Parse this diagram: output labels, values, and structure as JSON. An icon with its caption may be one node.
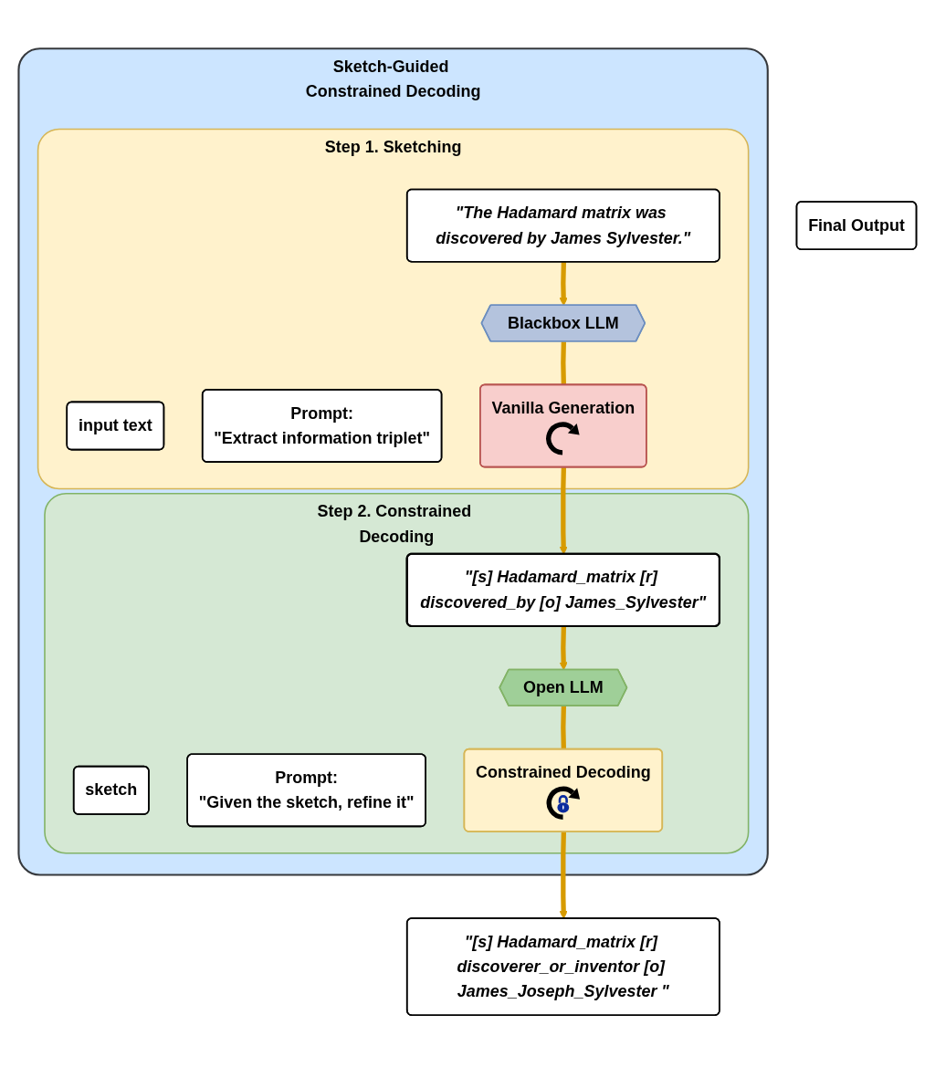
{
  "diagram": {
    "nodes": [
      {
        "text": [
          "Sketch-Guided Constrained Decoding"
        ]
      },
      {
        "text": [
          "Step 1. Sketching"
        ],
        "in": 0
      },
      {
        "text": [
          "input text"
        ],
        "in": 1
      },
      {
        "text": [
          "\"The Hadamard matrix was discovered by James Sylvester.\""
        ],
        "in": 1
      },
      {
        "text": [
          "Prompt:",
          "\"Extract information triplet\""
        ],
        "in": 1
      },
      {
        "text": [
          "Blackbox LLM"
        ],
        "in": 1
      },
      {
        "text": [
          "Vanilla Generation"
        ],
        "in": 1
      },
      {
        "text": [
          "Step 2. Constrained Decoding"
        ],
        "in": 0
      },
      {
        "text": [
          "sketch"
        ],
        "in": 7
      },
      {
        "text": [
          "\"[s] Hadamard_matrix [r] discovered_by [o] James_Sylvester\""
        ],
        "in": 7
      },
      {
        "text": [
          "Prompt:",
          "\"Given the sketch, refine it\""
        ],
        "in": 7
      },
      {
        "text": [
          "Open LLM"
        ],
        "in": 7
      },
      {
        "text": [
          "Constrained Decoding"
        ],
        "in": 7
      },
      {
        "text": [
          "Final Output"
        ]
      },
      {
        "text": [
          "\"[s] Hadamard_matrix [r] discoverer_or_inventor [o] James_Joseph_Sylvester \""
        ]
      }
    ],
    "edges": [
      {
        "from": 3,
        "to": 5,
        "arrow": "to"
      },
      {
        "from": 5,
        "to": 6,
        "arrow": "none"
      },
      {
        "from": 6,
        "to": 9,
        "arrow": "to"
      },
      {
        "from": 9,
        "to": 11,
        "arrow": "to"
      },
      {
        "from": 11,
        "to": 12,
        "arrow": "none"
      },
      {
        "from": 12,
        "to": 14,
        "arrow": "to"
      }
    ]
  }
}
